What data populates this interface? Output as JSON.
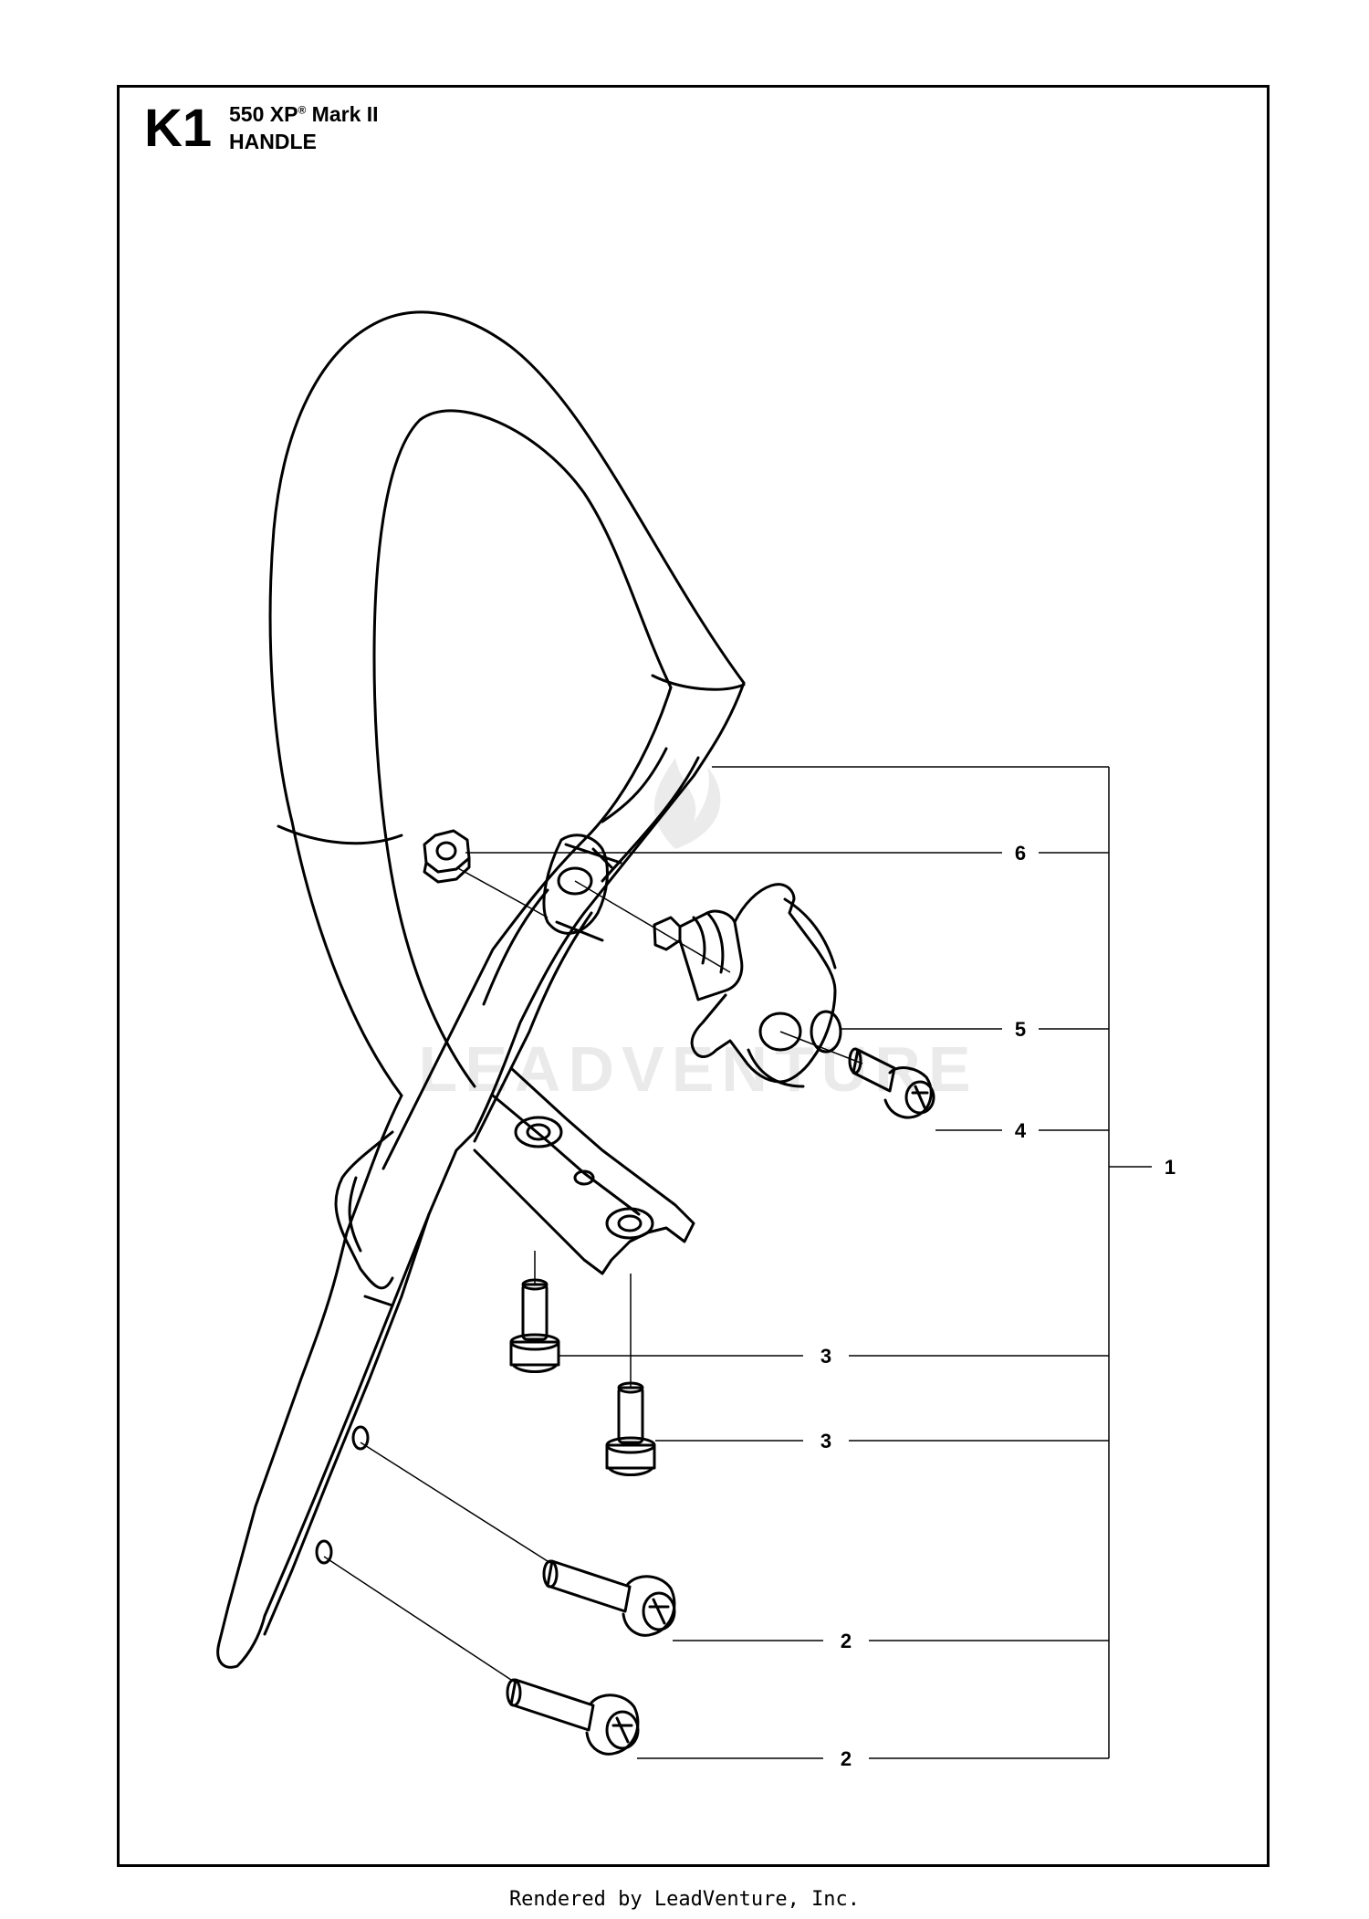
{
  "header": {
    "section_code": "K1",
    "model_base": "550 XP",
    "model_reg": "®",
    "model_suffix": " Mark II",
    "title": "HANDLE"
  },
  "watermark": {
    "text": "LEADVENTURE"
  },
  "callouts": [
    {
      "id": "c1",
      "label": "1"
    },
    {
      "id": "c2a",
      "label": "2"
    },
    {
      "id": "c2b",
      "label": "2"
    },
    {
      "id": "c3a",
      "label": "3"
    },
    {
      "id": "c3b",
      "label": "3"
    },
    {
      "id": "c4",
      "label": "4"
    },
    {
      "id": "c5",
      "label": "5"
    },
    {
      "id": "c6",
      "label": "6"
    }
  ],
  "footer": {
    "text": "Rendered by LeadVenture, Inc."
  }
}
